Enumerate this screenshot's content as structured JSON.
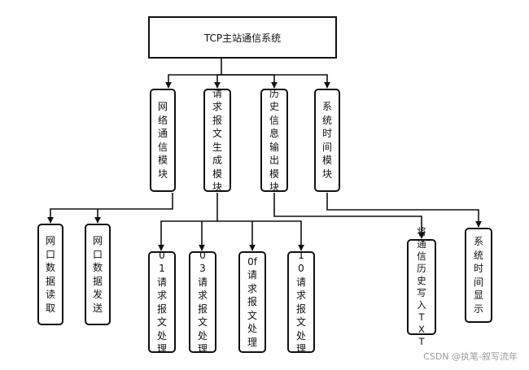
{
  "diagram": {
    "title": "TCP主站通信系统",
    "modules": [
      "网络通信模块",
      "请求报文生成模块",
      "历史信息输出模块",
      "系统时间模块"
    ],
    "network_children": [
      "网口数据读取",
      "网口数据发送"
    ],
    "request_children": [
      "01请求报文处理",
      "03请求报文处理",
      "0f请求报文处理",
      "10请求报文处理"
    ],
    "history_children": [
      "将通信历史写入TXT"
    ],
    "time_children": [
      "系统时间显示"
    ]
  },
  "watermark": "CSDN @执笔-叙写流年"
}
